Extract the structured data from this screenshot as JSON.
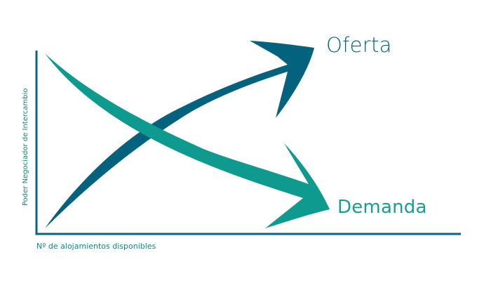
{
  "diagram": {
    "type": "supply-demand-arrows",
    "axes": {
      "x_label": "Nº de alojamientos disponibles",
      "y_label": "Poder Negociador de Intercambio",
      "color": "#0a6582"
    },
    "curves": [
      {
        "name": "Oferta",
        "direction": "increasing",
        "color": "#03637f"
      },
      {
        "name": "Demanda",
        "direction": "decreasing",
        "color": "#0f9a8f"
      }
    ],
    "labels": {
      "oferta": "Oferta",
      "demanda": "Demanda"
    }
  }
}
